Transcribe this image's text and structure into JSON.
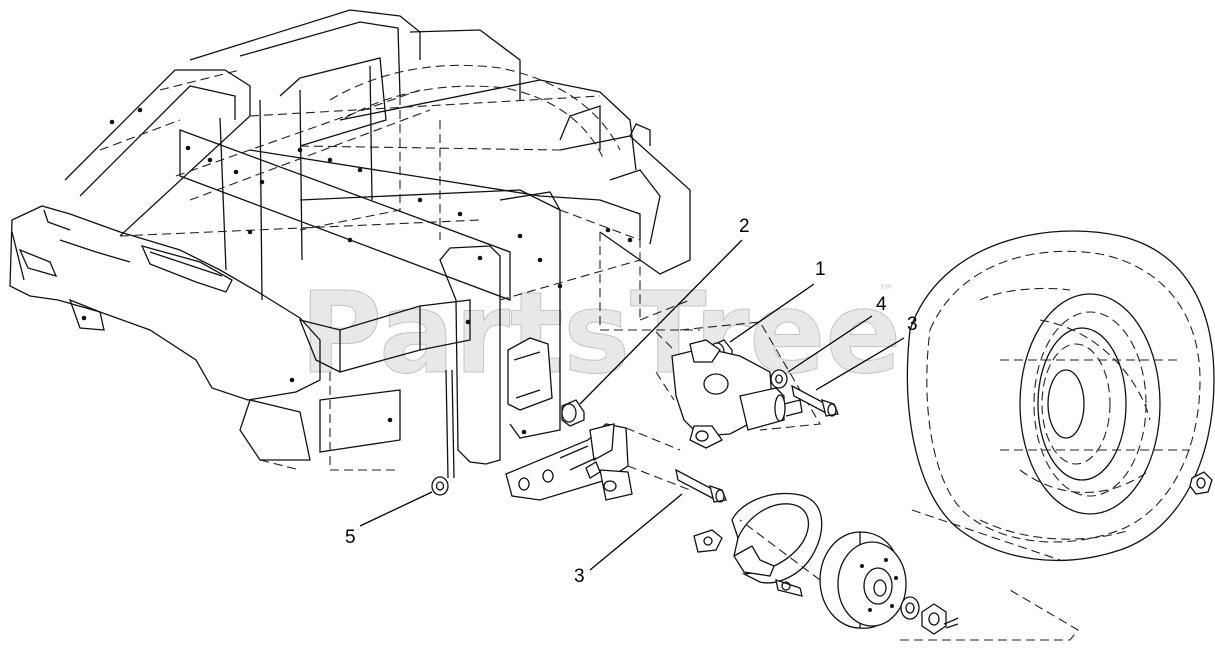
{
  "watermark": {
    "text": "PartsTree",
    "trademark": "™"
  },
  "callouts": [
    {
      "id": "2",
      "label": "2"
    },
    {
      "id": "1",
      "label": "1"
    },
    {
      "id": "4",
      "label": "4"
    },
    {
      "id": "3a",
      "label": "3"
    },
    {
      "id": "3b",
      "label": "3"
    },
    {
      "id": "5",
      "label": "5"
    }
  ]
}
